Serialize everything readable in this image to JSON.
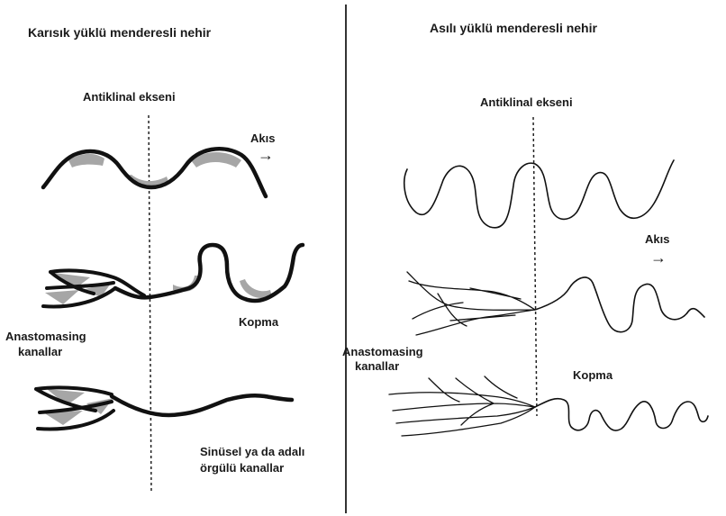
{
  "left_panel": {
    "title": "Karısık yüklü menderesli nehir",
    "axis_label": "Antiklinal ekseni",
    "flow_label": "Akıs",
    "flow_arrow": "→",
    "break_label": "Kopma",
    "anastomosing_line1": "Anastomasing",
    "anastomosing_line2": "kanallar",
    "sinuous_line1": "Sinüsel ya da adalı",
    "sinuous_line2": "örgülü kanallar"
  },
  "right_panel": {
    "title": "Asılı yüklü menderesli nehir",
    "axis_label": "Antiklinal ekseni",
    "flow_label": "Akıs",
    "flow_arrow": "→",
    "break_label": "Kopma",
    "anastomosing_line1": "Anastomasing",
    "anastomosing_line2": "kanallar"
  },
  "colors": {
    "channel_stroke": "#111111",
    "bar_fill": "#a6a6a6",
    "divider": "#333333"
  }
}
